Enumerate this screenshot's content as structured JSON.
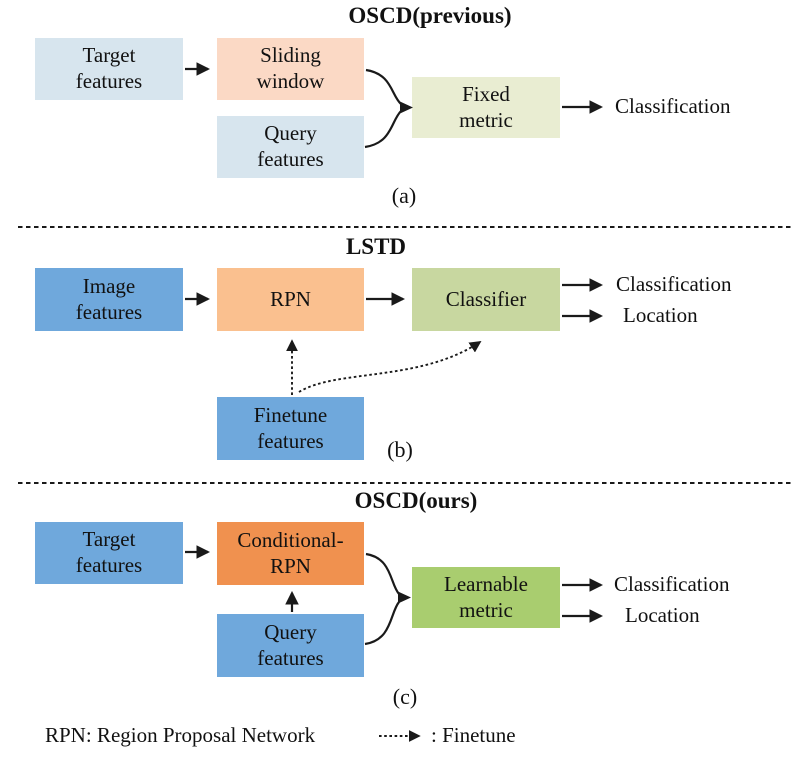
{
  "panels": [
    {
      "title": "OSCD(previous)",
      "caption": "(a)",
      "boxes": [
        {
          "name": "target-features",
          "label": "Target\nfeatures"
        },
        {
          "name": "sliding-window",
          "label": "Sliding\nwindow"
        },
        {
          "name": "query-features",
          "label": "Query\nfeatures"
        },
        {
          "name": "fixed-metric",
          "label": "Fixed\nmetric"
        }
      ],
      "outputs": [
        "Classification"
      ]
    },
    {
      "title": "LSTD",
      "caption": "(b)",
      "boxes": [
        {
          "name": "image-features",
          "label": "Image\nfeatures"
        },
        {
          "name": "rpn",
          "label": "RPN"
        },
        {
          "name": "classifier",
          "label": "Classifier"
        },
        {
          "name": "finetune-features",
          "label": "Finetune\nfeatures"
        }
      ],
      "outputs": [
        "Classification",
        "Location"
      ]
    },
    {
      "title": "OSCD(ours)",
      "caption": "(c)",
      "boxes": [
        {
          "name": "target-features",
          "label": "Target\nfeatures"
        },
        {
          "name": "conditional-rpn",
          "label": "Conditional-\nRPN"
        },
        {
          "name": "query-features",
          "label": "Query\nfeatures"
        },
        {
          "name": "learnable-metric",
          "label": "Learnable\nmetric"
        }
      ],
      "outputs": [
        "Classification",
        "Location"
      ]
    }
  ],
  "legend": {
    "rpn_definition": "RPN: Region Proposal Network",
    "finetune_label": ": Finetune"
  },
  "colors": {
    "panel_a_input": "#d7e5ee",
    "panel_a_process": "#fbd9c5",
    "panel_a_metric": "#e9edd2",
    "feature_blue": "#6fa8dc",
    "rpn_orange": "#fac08f",
    "classifier_green": "#c8d7a0",
    "conditional_rpn_orange": "#f0914f",
    "learnable_metric_green": "#a9cd6f",
    "arrow_black": "#1a1a1a"
  }
}
